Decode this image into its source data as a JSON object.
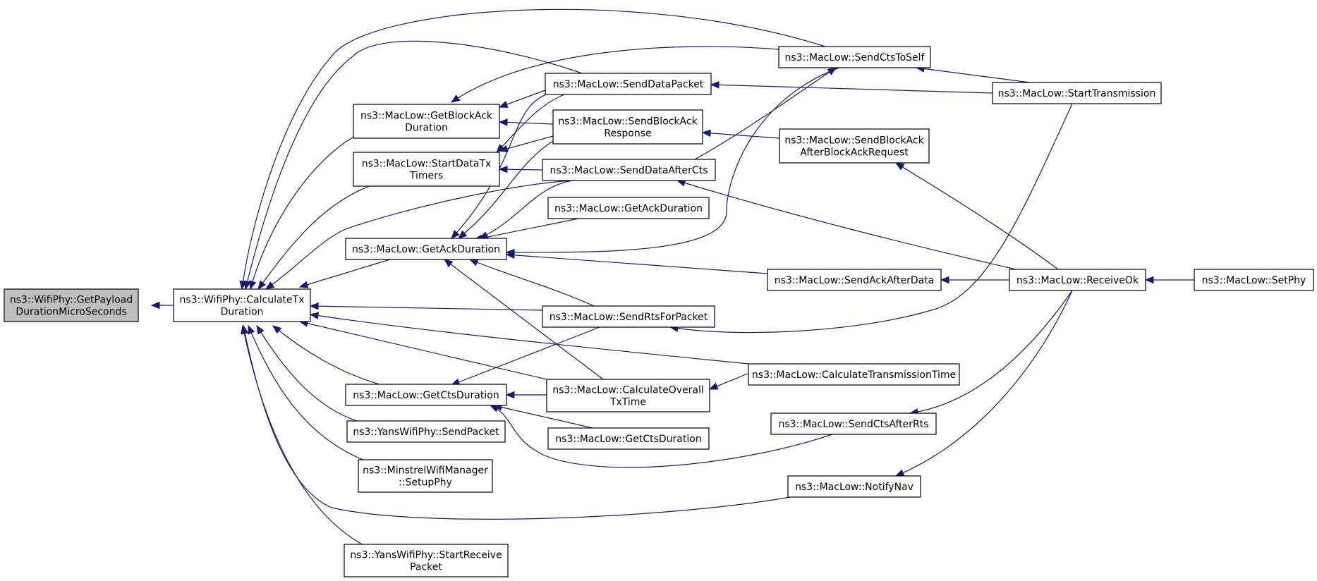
{
  "nodes": {
    "getPayload": {
      "lines": [
        "ns3::WifiPhy::GetPayload",
        "DurationMicroSeconds"
      ],
      "focus": true
    },
    "calcTx": {
      "lines": [
        "ns3::WifiPhy::CalculateTx",
        "Duration"
      ]
    },
    "getBlockAck": {
      "lines": [
        "ns3::MacLow::GetBlockAck",
        "Duration"
      ]
    },
    "startDataTx": {
      "lines": [
        "ns3::MacLow::StartDataTx",
        "Timers"
      ]
    },
    "getAckMain": {
      "lines": [
        "ns3::MacLow::GetAckDuration"
      ]
    },
    "getCtsMain": {
      "lines": [
        "ns3::MacLow::GetCtsDuration"
      ]
    },
    "yansSend": {
      "lines": [
        "ns3::YansWifiPhy::SendPacket"
      ]
    },
    "minstrel": {
      "lines": [
        "ns3::MinstrelWifiManager",
        "::SetupPhy"
      ]
    },
    "yansRecv": {
      "lines": [
        "ns3::YansWifiPhy::StartReceive",
        "Packet"
      ]
    },
    "sendDataPacket": {
      "lines": [
        "ns3::MacLow::SendDataPacket"
      ]
    },
    "sendBlockAckResp": {
      "lines": [
        "ns3::MacLow::SendBlockAck",
        "Response"
      ]
    },
    "sendDataAfterCts": {
      "lines": [
        "ns3::MacLow::SendDataAfterCts"
      ]
    },
    "getAck2": {
      "lines": [
        "ns3::MacLow::GetAckDuration"
      ]
    },
    "sendRts": {
      "lines": [
        "ns3::MacLow::SendRtsForPacket"
      ]
    },
    "calcOverall": {
      "lines": [
        "ns3::MacLow::CalculateOverall",
        "TxTime"
      ]
    },
    "getCts2": {
      "lines": [
        "ns3::MacLow::GetCtsDuration"
      ]
    },
    "sendCtsToSelf": {
      "lines": [
        "ns3::MacLow::SendCtsToSelf"
      ]
    },
    "sendBlockAckAfter": {
      "lines": [
        "ns3::MacLow::SendBlockAck",
        "AfterBlockAckRequest"
      ]
    },
    "sendAckAfterData": {
      "lines": [
        "ns3::MacLow::SendAckAfterData"
      ]
    },
    "calcTransTime": {
      "lines": [
        "ns3::MacLow::CalculateTransmissionTime"
      ]
    },
    "sendCtsAfterRts": {
      "lines": [
        "ns3::MacLow::SendCtsAfterRts"
      ]
    },
    "notifyNav": {
      "lines": [
        "ns3::MacLow::NotifyNav"
      ]
    },
    "startTransmission": {
      "lines": [
        "ns3::MacLow::StartTransmission"
      ]
    },
    "receiveOk": {
      "lines": [
        "ns3::MacLow::ReceiveOk"
      ]
    },
    "setPhy": {
      "lines": [
        "ns3::MacLow::SetPhy"
      ]
    }
  },
  "style": {
    "edgeColor": "#191970",
    "focusFill": "#bfbfbf"
  }
}
